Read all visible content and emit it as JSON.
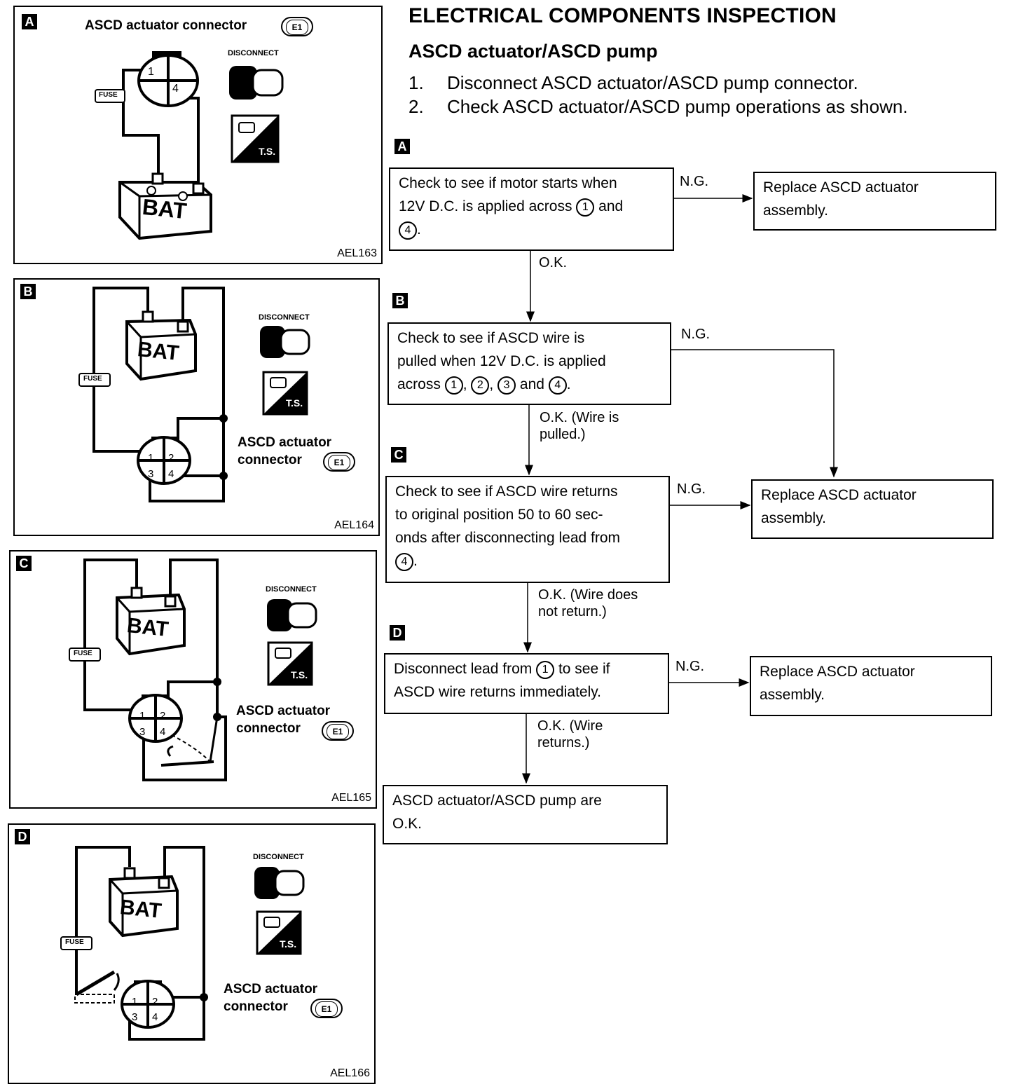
{
  "header": {
    "title": "ELECTRICAL COMPONENTS INSPECTION",
    "subtitle": "ASCD actuator/ASCD pump",
    "steps": [
      {
        "num": "1.",
        "text": "Disconnect ASCD actuator/ASCD pump connector."
      },
      {
        "num": "2.",
        "text": "Check ASCD actuator/ASCD pump operations as shown."
      }
    ]
  },
  "panels": [
    {
      "tag": "A",
      "label": "ASCD actuator connector",
      "connector": "E1",
      "code": "AEL163",
      "bat": "BAT",
      "fuse": "FUSE",
      "disconnect": "DISCONNECT",
      "ts": "T.S.",
      "pins": [
        "1",
        "4"
      ]
    },
    {
      "tag": "B",
      "label_line1": "ASCD actuator",
      "label_line2": "connector",
      "connector": "E1",
      "code": "AEL164",
      "bat": "BAT",
      "fuse": "FUSE",
      "disconnect": "DISCONNECT",
      "ts": "T.S.",
      "pins": [
        "1",
        "2",
        "3",
        "4"
      ]
    },
    {
      "tag": "C",
      "label_line1": "ASCD actuator",
      "label_line2": "connector",
      "connector": "E1",
      "code": "AEL165",
      "bat": "BAT",
      "fuse": "FUSE",
      "disconnect": "DISCONNECT",
      "ts": "T.S.",
      "pins": [
        "1",
        "2",
        "3",
        "4"
      ]
    },
    {
      "tag": "D",
      "label_line1": "ASCD actuator",
      "label_line2": "connector",
      "connector": "E1",
      "code": "AEL166",
      "bat": "BAT",
      "fuse": "FUSE",
      "disconnect": "DISCONNECT",
      "ts": "T.S.",
      "pins": [
        "1",
        "2",
        "3",
        "4"
      ]
    }
  ],
  "flow": {
    "tags": [
      "A",
      "B",
      "C",
      "D"
    ],
    "box_a": {
      "t1": "Check to see if motor starts when",
      "t2a": "12V D.C. is applied across",
      "c1": "1",
      "t2b": "and",
      "c2": "4",
      "t3": "."
    },
    "box_b": {
      "t1": "Check to see if ASCD wire is",
      "t2": "pulled when 12V D.C. is applied",
      "t3a": "across",
      "c1": "1",
      "c2": "2",
      "c3": "3",
      "t3b": "and",
      "c4": "4",
      "t3c": "."
    },
    "box_c": {
      "t1": "Check to see if ASCD wire returns",
      "t2": "to original position 50 to 60 sec-",
      "t3": "onds after disconnecting lead from",
      "c1": "4",
      "t4": "."
    },
    "box_d": {
      "t1a": "Disconnect lead from",
      "c1": "1",
      "t1b": "to see if",
      "t2": "ASCD wire returns immediately."
    },
    "box_ok": {
      "t1": "ASCD actuator/ASCD pump are",
      "t2": "O.K."
    },
    "replace": {
      "t1": "Replace ASCD actuator",
      "t2": "assembly."
    },
    "ng": "N.G.",
    "ok_a": "O.K.",
    "ok_b1": "O.K. (Wire is",
    "ok_b2": "pulled.)",
    "ok_c1": "O.K. (Wire does",
    "ok_c2": "not return.)",
    "ok_d1": "O.K. (Wire",
    "ok_d2": "returns.)"
  }
}
